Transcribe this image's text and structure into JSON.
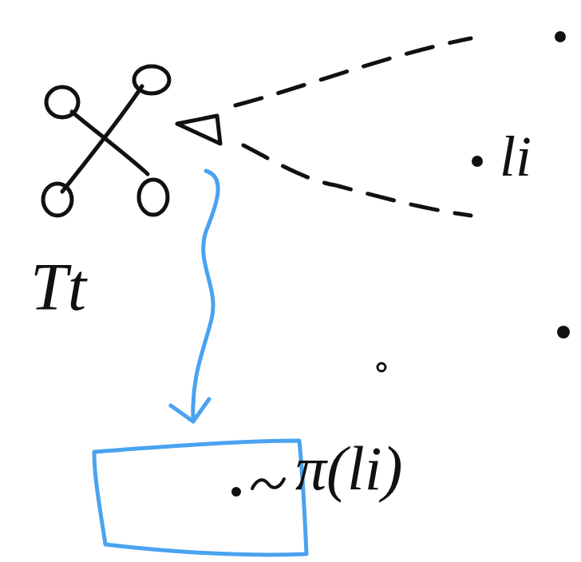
{
  "diagram": {
    "labels": [
      "li",
      "Tt",
      "π(li)"
    ]
  }
}
